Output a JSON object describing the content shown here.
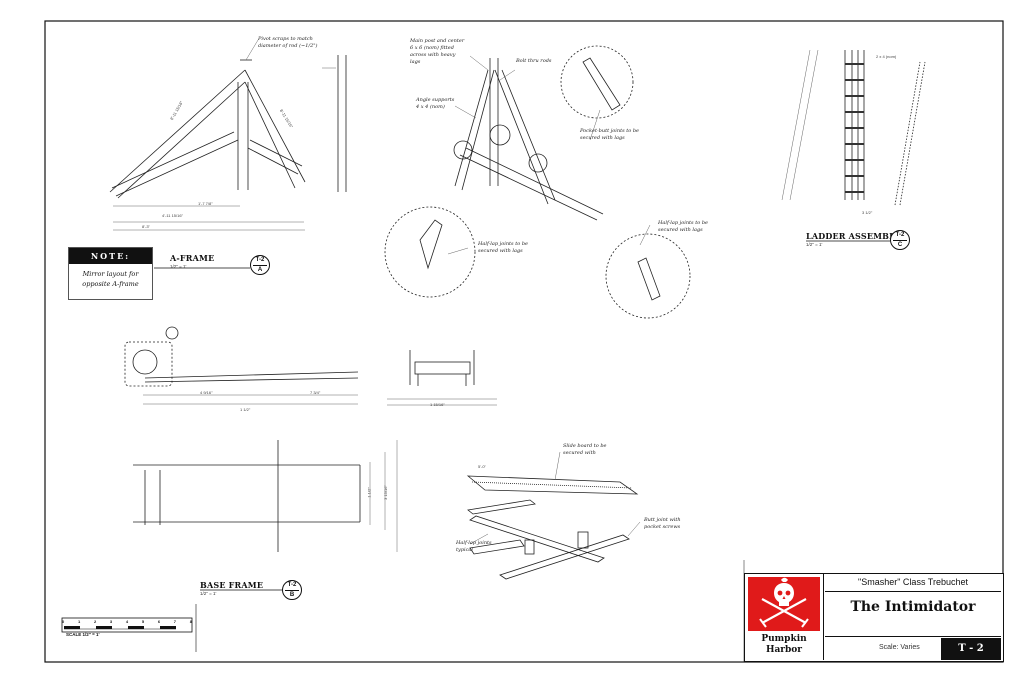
{
  "note": {
    "heading": "NOTE:",
    "line1": "Mirror layout for",
    "line2": "opposite A-frame"
  },
  "views": {
    "a_frame": {
      "label": "A-FRAME",
      "scale": "1/2\" = 1'",
      "bubble_top": "T-2",
      "bubble_bottom": "A"
    },
    "ladder": {
      "label": "LADDER ASSEMBLY",
      "scale": "1/2\" = 1'",
      "bubble_top": "T-2",
      "bubble_bottom": "C"
    },
    "base_frame": {
      "label": "BASE FRAME",
      "scale": "1/2\" = 1'",
      "bubble_top": "T-2",
      "bubble_bottom": "B"
    }
  },
  "annotations": {
    "pivot": "Pivot scraps to match diameter of rod (~1/2\")",
    "main_post": "Main post and center 6 x 6 (nom) fitted across with heavy lags",
    "bolt": "Bolt thru rods",
    "angle": "Angle supports 4 x 4 (nom)",
    "pocket": "Pocket-butt joints to be secured with lags",
    "halflap_left": "Half-lap joints to be secured with lags",
    "halflap_right": "Half-lap joints to be secured with lags",
    "slide": "Slide board to be secured with",
    "butt": "Butt joint with pocket screws",
    "halflap_base": "Half-lap joints typical"
  },
  "dimensions": {
    "d1": "8'-11 15/16\"",
    "d2": "8'-11 15/16\"",
    "d3": "4'-11 15/16\"",
    "d4": "8'-3\"",
    "d5": "1'-7 7/8\"",
    "d6": "4 9/16\"",
    "d7": "7 3/4\"",
    "d8": "1 1/2\"",
    "d9": "1 15/16\"",
    "d10": "1 1/2\"",
    "d11": "3 15/16\"",
    "d12": "5'-0\"",
    "d13": "3 1/2\"",
    "d14": "2 x 4 (nom)"
  },
  "scale_bar": {
    "label": "SCALE 1/2\" = 1'",
    "ticks": [
      "0",
      "1",
      "2",
      "3",
      "4",
      "5",
      "6",
      "7",
      "8"
    ]
  },
  "title_block": {
    "class_line": "\"Smasher\" Class Trebuchet",
    "name": "The Intimidator",
    "company_line1": "Pumpkin",
    "company_line2": "Harbor",
    "scale": "Scale: Varies",
    "sheet": "T - 2"
  }
}
